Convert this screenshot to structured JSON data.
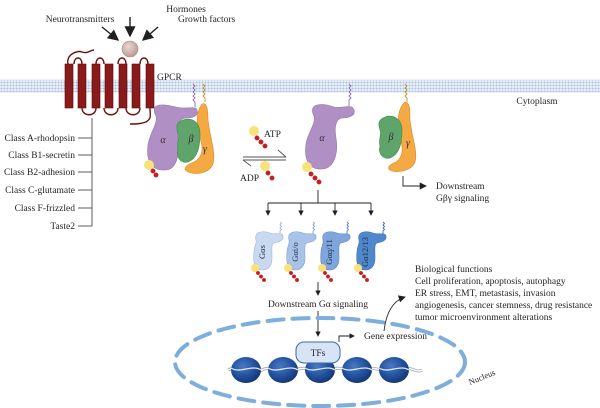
{
  "ligands": {
    "hormones": "Hormones",
    "neurotransmitters": "Neurotransmitters",
    "growth_factors": "Growth factors"
  },
  "receptor": {
    "label": "GPCR",
    "classes": [
      "Class A-rhodopsin",
      "Class B1-secretin",
      "Class B2-adhesion",
      "Class C-glutamate",
      "Class F-frizzled",
      "Taste2"
    ]
  },
  "compartments": {
    "cytoplasm": "Cytoplasm",
    "nucleus": "Nucleus"
  },
  "g_protein": {
    "alpha": "α",
    "beta": "β",
    "gamma": "γ"
  },
  "nucleotides": {
    "atp": "ATP",
    "adp": "ADP"
  },
  "downstream_gby": {
    "line1": "Downstream",
    "line2": "Gβγ signaling"
  },
  "alpha_subunits": [
    {
      "label": "Gαs",
      "color": "#c9d9ef"
    },
    {
      "label": "Gαi/o",
      "color": "#a9c3e8"
    },
    {
      "label": "Gαq/11",
      "color": "#7fa6dc"
    },
    {
      "label": "Gα12/13",
      "color": "#4f88cc"
    }
  ],
  "downstream_ga": "Downstream Gα signaling",
  "tfs": "TFs",
  "gene_expression": "Gene expression",
  "biological_functions": {
    "title": "Biological functions",
    "lines": [
      "Cell proliferation, apoptosis, autophagy",
      "ER stress, EMT, metastasis, invasion",
      "angiogenesis, cancer stemness, drug resistance",
      "tumor microenvironment alterations"
    ]
  },
  "colors": {
    "gpcr": "#8b1a1a",
    "membrane": "#c7d6ea",
    "alpha": "#b08fc4",
    "beta": "#5fa56b",
    "gamma": "#f5a943",
    "gdp_head": "#f9e27a",
    "phosphate": "#d7191c",
    "ligand": "#c9aca3",
    "nucleus_dash": "#7eaedc",
    "nucleosome": "#1f4f9c",
    "tf_fill": "#d6e4f5"
  }
}
